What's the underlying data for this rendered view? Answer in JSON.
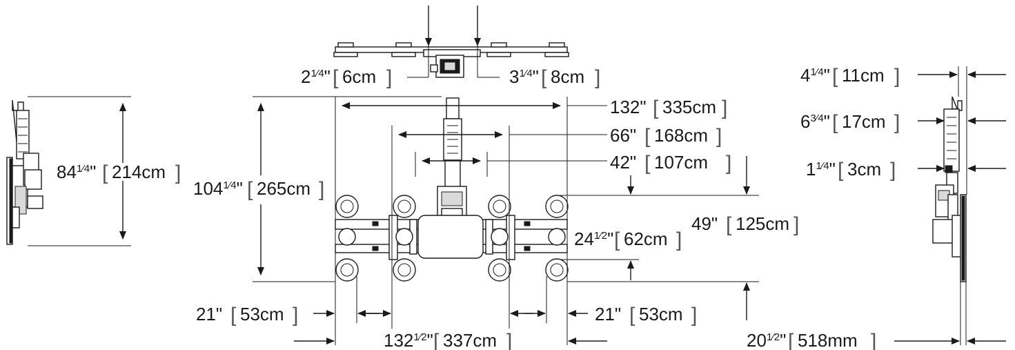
{
  "dimensions": {
    "d_214cm": {
      "label": "84",
      "frac": "1⁄4",
      "unit": "\"",
      "metric": "214cm"
    },
    "d_265cm": {
      "label": "104",
      "frac": "1⁄4",
      "unit": "\"",
      "metric": "265cm"
    },
    "d_6cm": {
      "label": "2",
      "frac": "1⁄4",
      "unit": "\"",
      "metric": "6cm"
    },
    "d_8cm": {
      "label": "3",
      "frac": "1⁄4",
      "unit": "\"",
      "metric": "8cm"
    },
    "d_335cm": {
      "label": "132",
      "frac": "",
      "unit": "\"",
      "metric": "335cm"
    },
    "d_168cm": {
      "label": "66",
      "frac": "",
      "unit": "\"",
      "metric": "168cm"
    },
    "d_107cm": {
      "label": "42",
      "frac": "",
      "unit": "\"",
      "metric": "107cm"
    },
    "d_62cm": {
      "label": "24",
      "frac": "1⁄2",
      "unit": "\"",
      "metric": "62cm"
    },
    "d_125cm": {
      "label": "49",
      "frac": "",
      "unit": "\"",
      "metric": "125cm"
    },
    "d_53cm_l": {
      "label": "21",
      "frac": "",
      "unit": "\"",
      "metric": "53cm"
    },
    "d_53cm_r": {
      "label": "21",
      "frac": "",
      "unit": "\"",
      "metric": "53cm"
    },
    "d_337cm": {
      "label": "132",
      "frac": "1⁄2",
      "unit": "\"",
      "metric": "337cm"
    },
    "d_11cm": {
      "label": "4",
      "frac": "1⁄4",
      "unit": "\"",
      "metric": "11cm"
    },
    "d_17cm": {
      "label": "6",
      "frac": "3⁄4",
      "unit": "\"",
      "metric": "17cm"
    },
    "d_3cm": {
      "label": "1",
      "frac": "1⁄4",
      "unit": "\"",
      "metric": "3cm"
    },
    "d_518mm": {
      "label": "20",
      "frac": "1⁄2",
      "unit": "\"",
      "metric": "518mm"
    }
  },
  "colors": {
    "line": "#1a1a1a",
    "bracket": "#555555",
    "fill_grey": "#d9d9d9"
  }
}
